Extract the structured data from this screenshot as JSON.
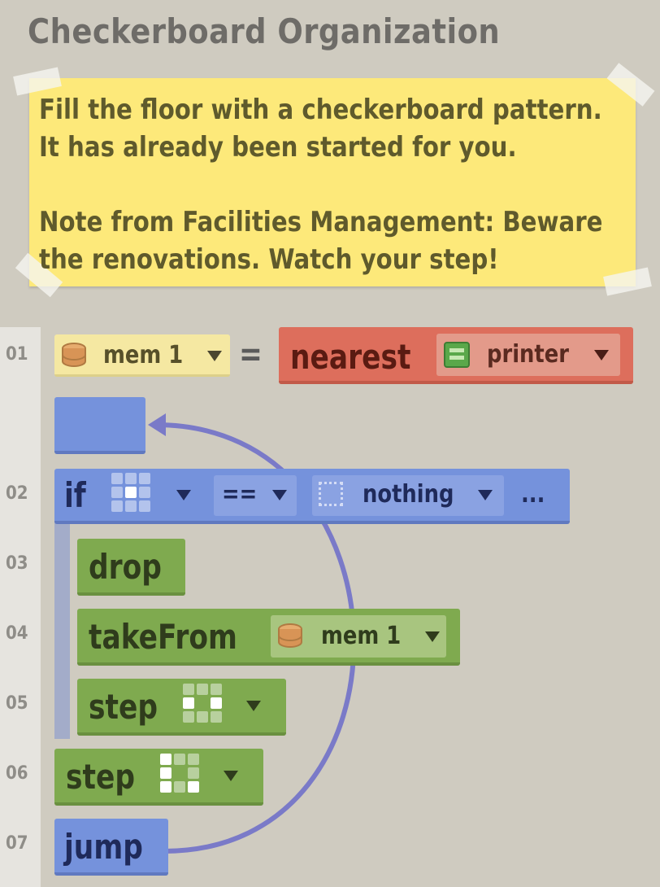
{
  "level": {
    "title": "Checkerboard Organization"
  },
  "instructions": {
    "line1": "Fill the floor with a checkerboard pattern.",
    "line2": "It has already been started for you.",
    "line3": "Note from Facilities Management: Beware",
    "line4": "the renovations. Watch your step!"
  },
  "code": {
    "line_numbers": [
      "01",
      "02",
      "03",
      "04",
      "05",
      "06",
      "07"
    ],
    "l01": {
      "memory": "mem 1",
      "operator": "=",
      "function": "nearest",
      "target": "printer"
    },
    "l02": {
      "keyword": "if",
      "operator": "==",
      "value": "nothing",
      "more": "..."
    },
    "l03": {
      "keyword": "drop"
    },
    "l04": {
      "keyword": "takeFrom",
      "memory": "mem 1"
    },
    "l05": {
      "keyword": "step"
    },
    "l06": {
      "keyword": "step"
    },
    "l07": {
      "keyword": "jump"
    }
  },
  "colors": {
    "note": "#fde97a",
    "green_block": "#7faa4f",
    "blue_block": "#7592dc",
    "red_block": "#dd6e5c",
    "jump_arrow": "#7a7ac8"
  },
  "icons": {
    "memory": "memory-barrel-icon",
    "printer": "printer-icon",
    "direction_center": "direction-here-icon",
    "direction_right": "direction-right-icon",
    "direction_left": "direction-left-icon",
    "nothing": "nothing-icon"
  }
}
